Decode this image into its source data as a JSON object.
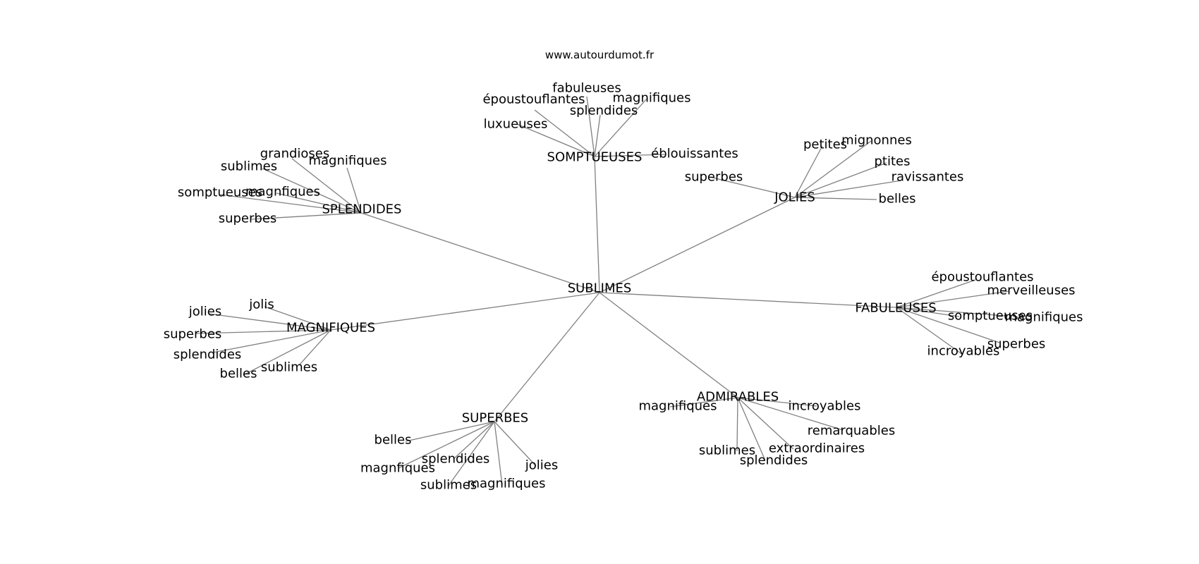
{
  "site": "www.autourdumot.fr",
  "graph": {
    "center": "SUBLIMES",
    "clusters": [
      {
        "hub": "SOMPTUEUSES",
        "leaves": [
          "fabuleuses",
          "époustouflantes",
          "magnifiques",
          "splendides",
          "luxueuses",
          "éblouissantes"
        ]
      },
      {
        "hub": "JOLIES",
        "leaves": [
          "petites",
          "mignonnes",
          "ptites",
          "superbes",
          "ravissantes",
          "belles"
        ]
      },
      {
        "hub": "SPLENDIDES",
        "leaves": [
          "grandioses",
          "sublimes",
          "magnifiques",
          "somptueuses",
          "magnfiques",
          "superbes"
        ]
      },
      {
        "hub": "FABULEUSES",
        "leaves": [
          "époustouflantes",
          "merveilleuses",
          "somptueuses",
          "magnifiques",
          "superbes",
          "incroyables"
        ]
      },
      {
        "hub": "MAGNIFIQUES",
        "leaves": [
          "jolis",
          "jolies",
          "superbes",
          "splendides",
          "sublimes",
          "belles"
        ]
      },
      {
        "hub": "ADMIRABLES",
        "leaves": [
          "magnifiques",
          "incroyables",
          "remarquables",
          "sublimes",
          "extraordinaires",
          "splendides"
        ]
      },
      {
        "hub": "SUPERBES",
        "leaves": [
          "belles",
          "splendides",
          "magnfiques",
          "jolies",
          "sublimes",
          "magnifiques"
        ]
      }
    ]
  }
}
